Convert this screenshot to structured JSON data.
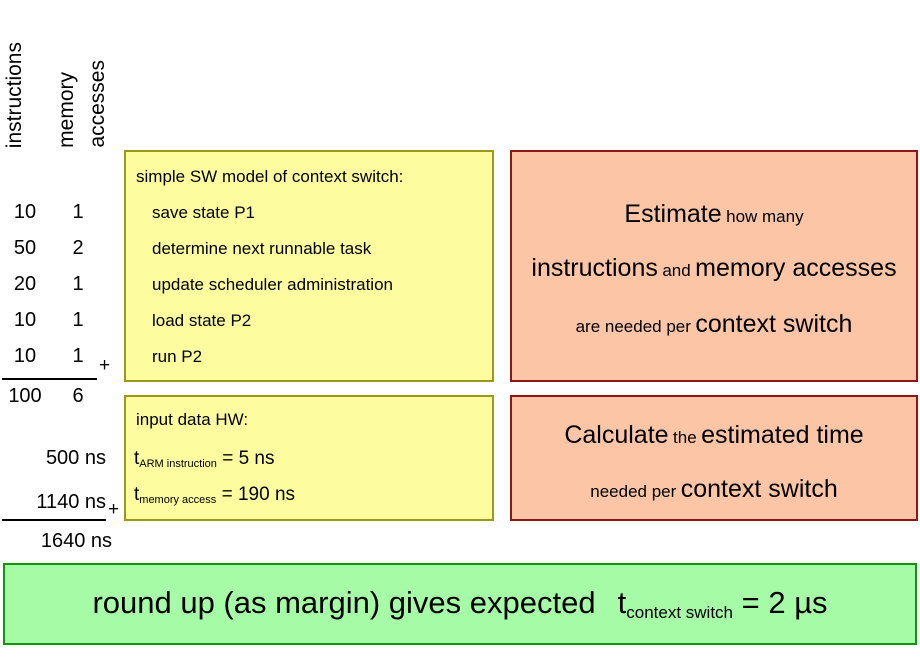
{
  "columns": {
    "instructions_header": "instructions",
    "memory_header": "memory",
    "accesses_header": "accesses"
  },
  "tally": {
    "rows": [
      {
        "instructions": "10",
        "memory_accesses": "1"
      },
      {
        "instructions": "50",
        "memory_accesses": "2"
      },
      {
        "instructions": "20",
        "memory_accesses": "1"
      },
      {
        "instructions": "10",
        "memory_accesses": "1"
      },
      {
        "instructions": "10",
        "memory_accesses": "1"
      }
    ],
    "plus_sign": "+",
    "total_instructions": "100",
    "total_memory_accesses": "6"
  },
  "time_tally": {
    "instruction_time": "500 ns",
    "memory_time": "1140 ns",
    "plus_sign": "+",
    "total_time": "1640 ns"
  },
  "software_model": {
    "title": "simple SW model of context switch:",
    "steps": [
      "save state P1",
      "determine next runnable task",
      "update scheduler administration",
      "load state P2",
      "run P2"
    ]
  },
  "hardware_data": {
    "title": "input data HW:",
    "instruction_symbol": "t",
    "instruction_subscript": "ARM instruction",
    "instruction_value": "= 5 ns",
    "memory_symbol": "t",
    "memory_subscript": "memory access",
    "memory_value": "= 190 ns"
  },
  "estimate_task": {
    "line1_big": "Estimate",
    "line1_small": "how many",
    "line2_big_a": "instructions",
    "line2_small": "and",
    "line2_big_b": "memory accesses",
    "line3_small": "are needed per",
    "line3_big": "context switch"
  },
  "calculate_task": {
    "line1_big_a": "Calculate",
    "line1_small": "the",
    "line1_big_b": "estimated time",
    "line2_small": "needed per",
    "line2_big": "context switch"
  },
  "conclusion": {
    "text": "round up (as margin) gives expected",
    "symbol": "t",
    "subscript": "context switch",
    "value": "= 2 µs"
  },
  "colors": {
    "yellow_fill": "#fdfda0",
    "yellow_border": "#9a9a18",
    "orange_fill": "#fbc5a6",
    "orange_border": "#8f1616",
    "green_fill": "#a6fca6",
    "green_border": "#119411"
  }
}
